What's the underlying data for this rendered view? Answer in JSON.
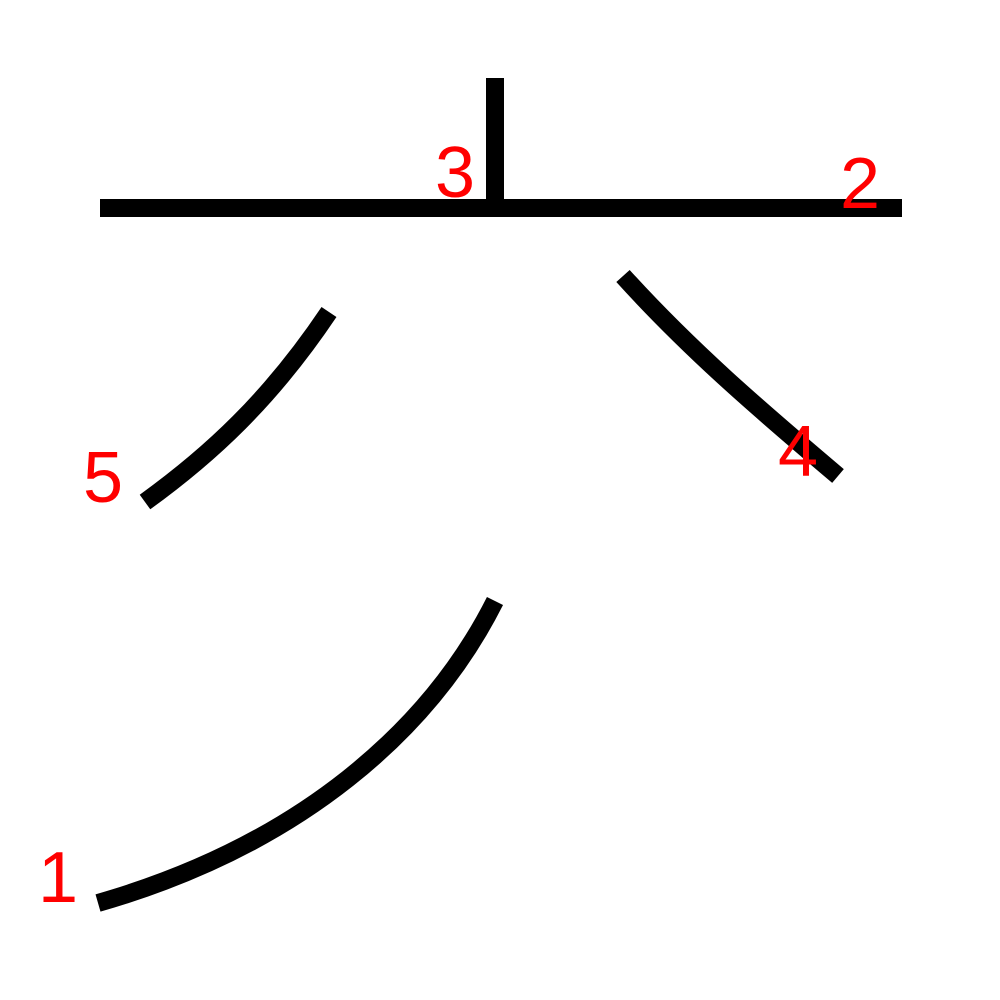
{
  "colors": {
    "background": "#ffffff",
    "stroke": "#000000",
    "label": "#ff0000"
  },
  "strokes": [
    {
      "id": "1",
      "label": "1"
    },
    {
      "id": "2",
      "label": "2"
    },
    {
      "id": "3",
      "label": "3"
    },
    {
      "id": "4",
      "label": "4"
    },
    {
      "id": "5",
      "label": "5"
    }
  ]
}
